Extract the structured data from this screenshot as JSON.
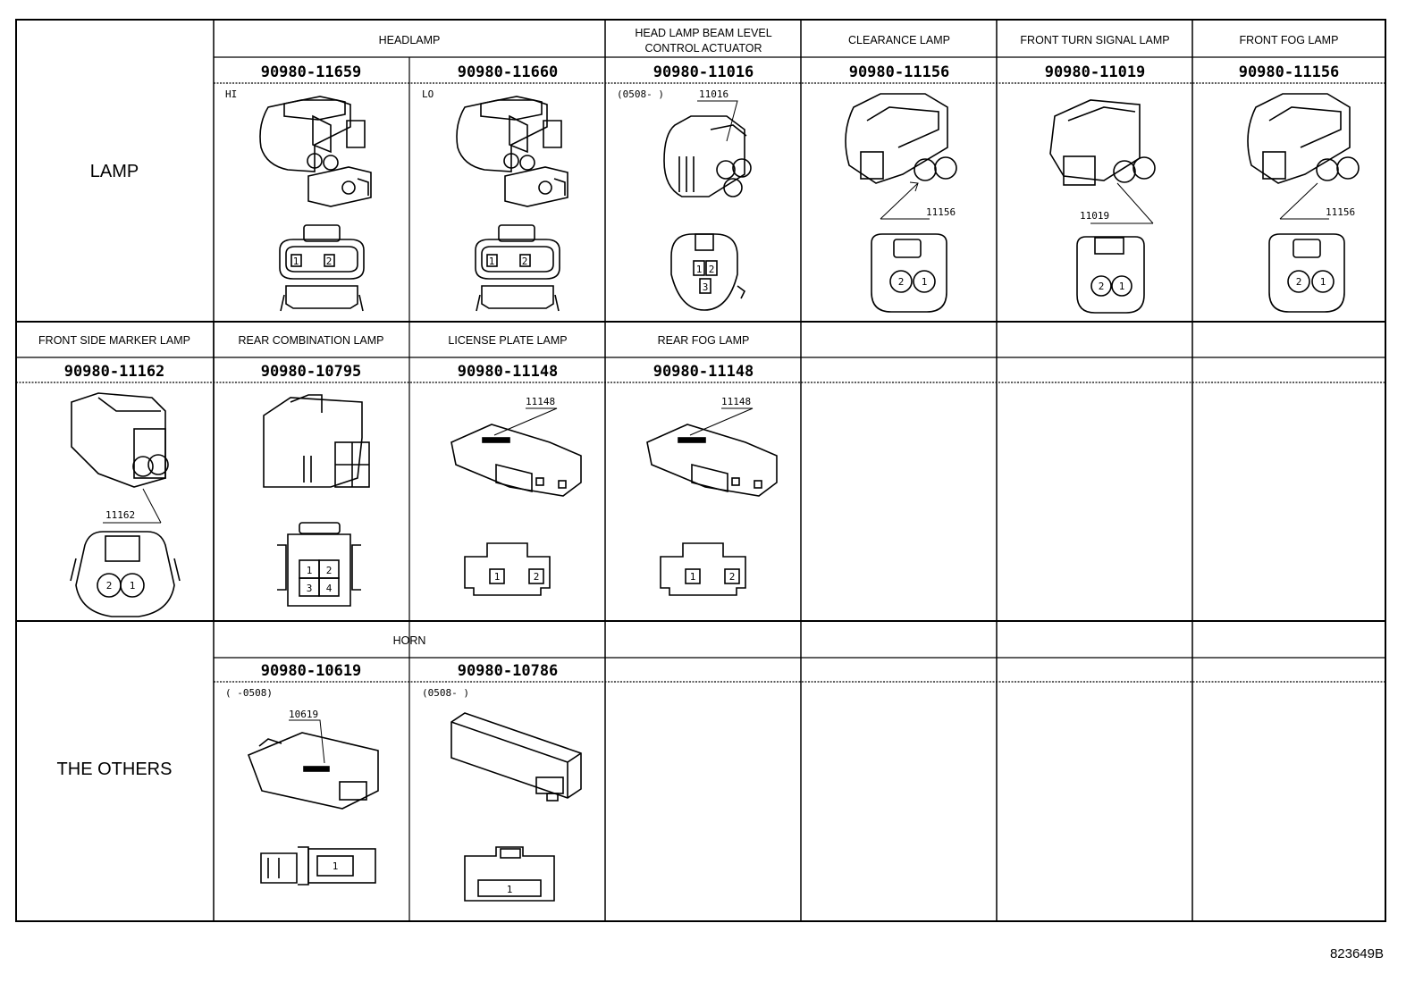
{
  "sections": {
    "lamp": "LAMP",
    "others": "THE OTHERS"
  },
  "row1": {
    "headlamp": "HEADLAMP",
    "beam_1": "HEAD LAMP BEAM LEVEL",
    "beam_2": "CONTROL ACTUATOR",
    "clearance": "CLEARANCE LAMP",
    "turn": "FRONT TURN SIGNAL LAMP",
    "fog": "FRONT FOG LAMP",
    "pn": [
      "90980-11659",
      "90980-11660",
      "90980-11016",
      "90980-11156",
      "90980-11019",
      "90980-11156"
    ],
    "note_hi": "HI",
    "note_lo": "LO",
    "note_beam": "(0508-     )",
    "callouts": [
      "11016",
      "11156",
      "11019",
      "11156"
    ]
  },
  "row2": {
    "titles": [
      "FRONT SIDE MARKER LAMP",
      "REAR COMBINATION LAMP",
      "LICENSE PLATE LAMP",
      "REAR FOG LAMP"
    ],
    "pn": [
      "90980-11162",
      "90980-10795",
      "90980-11148",
      "90980-11148"
    ],
    "callouts": [
      "11162",
      "11148",
      "11148"
    ]
  },
  "row3": {
    "horn": "HORN",
    "pn": [
      "90980-10619",
      "90980-10786"
    ],
    "note_1": "(     -0508)",
    "note_2": "(0508-     )",
    "callouts": [
      "10619"
    ]
  },
  "pins": [
    "1",
    "2",
    "3",
    "4"
  ],
  "figure_id": "823649B"
}
